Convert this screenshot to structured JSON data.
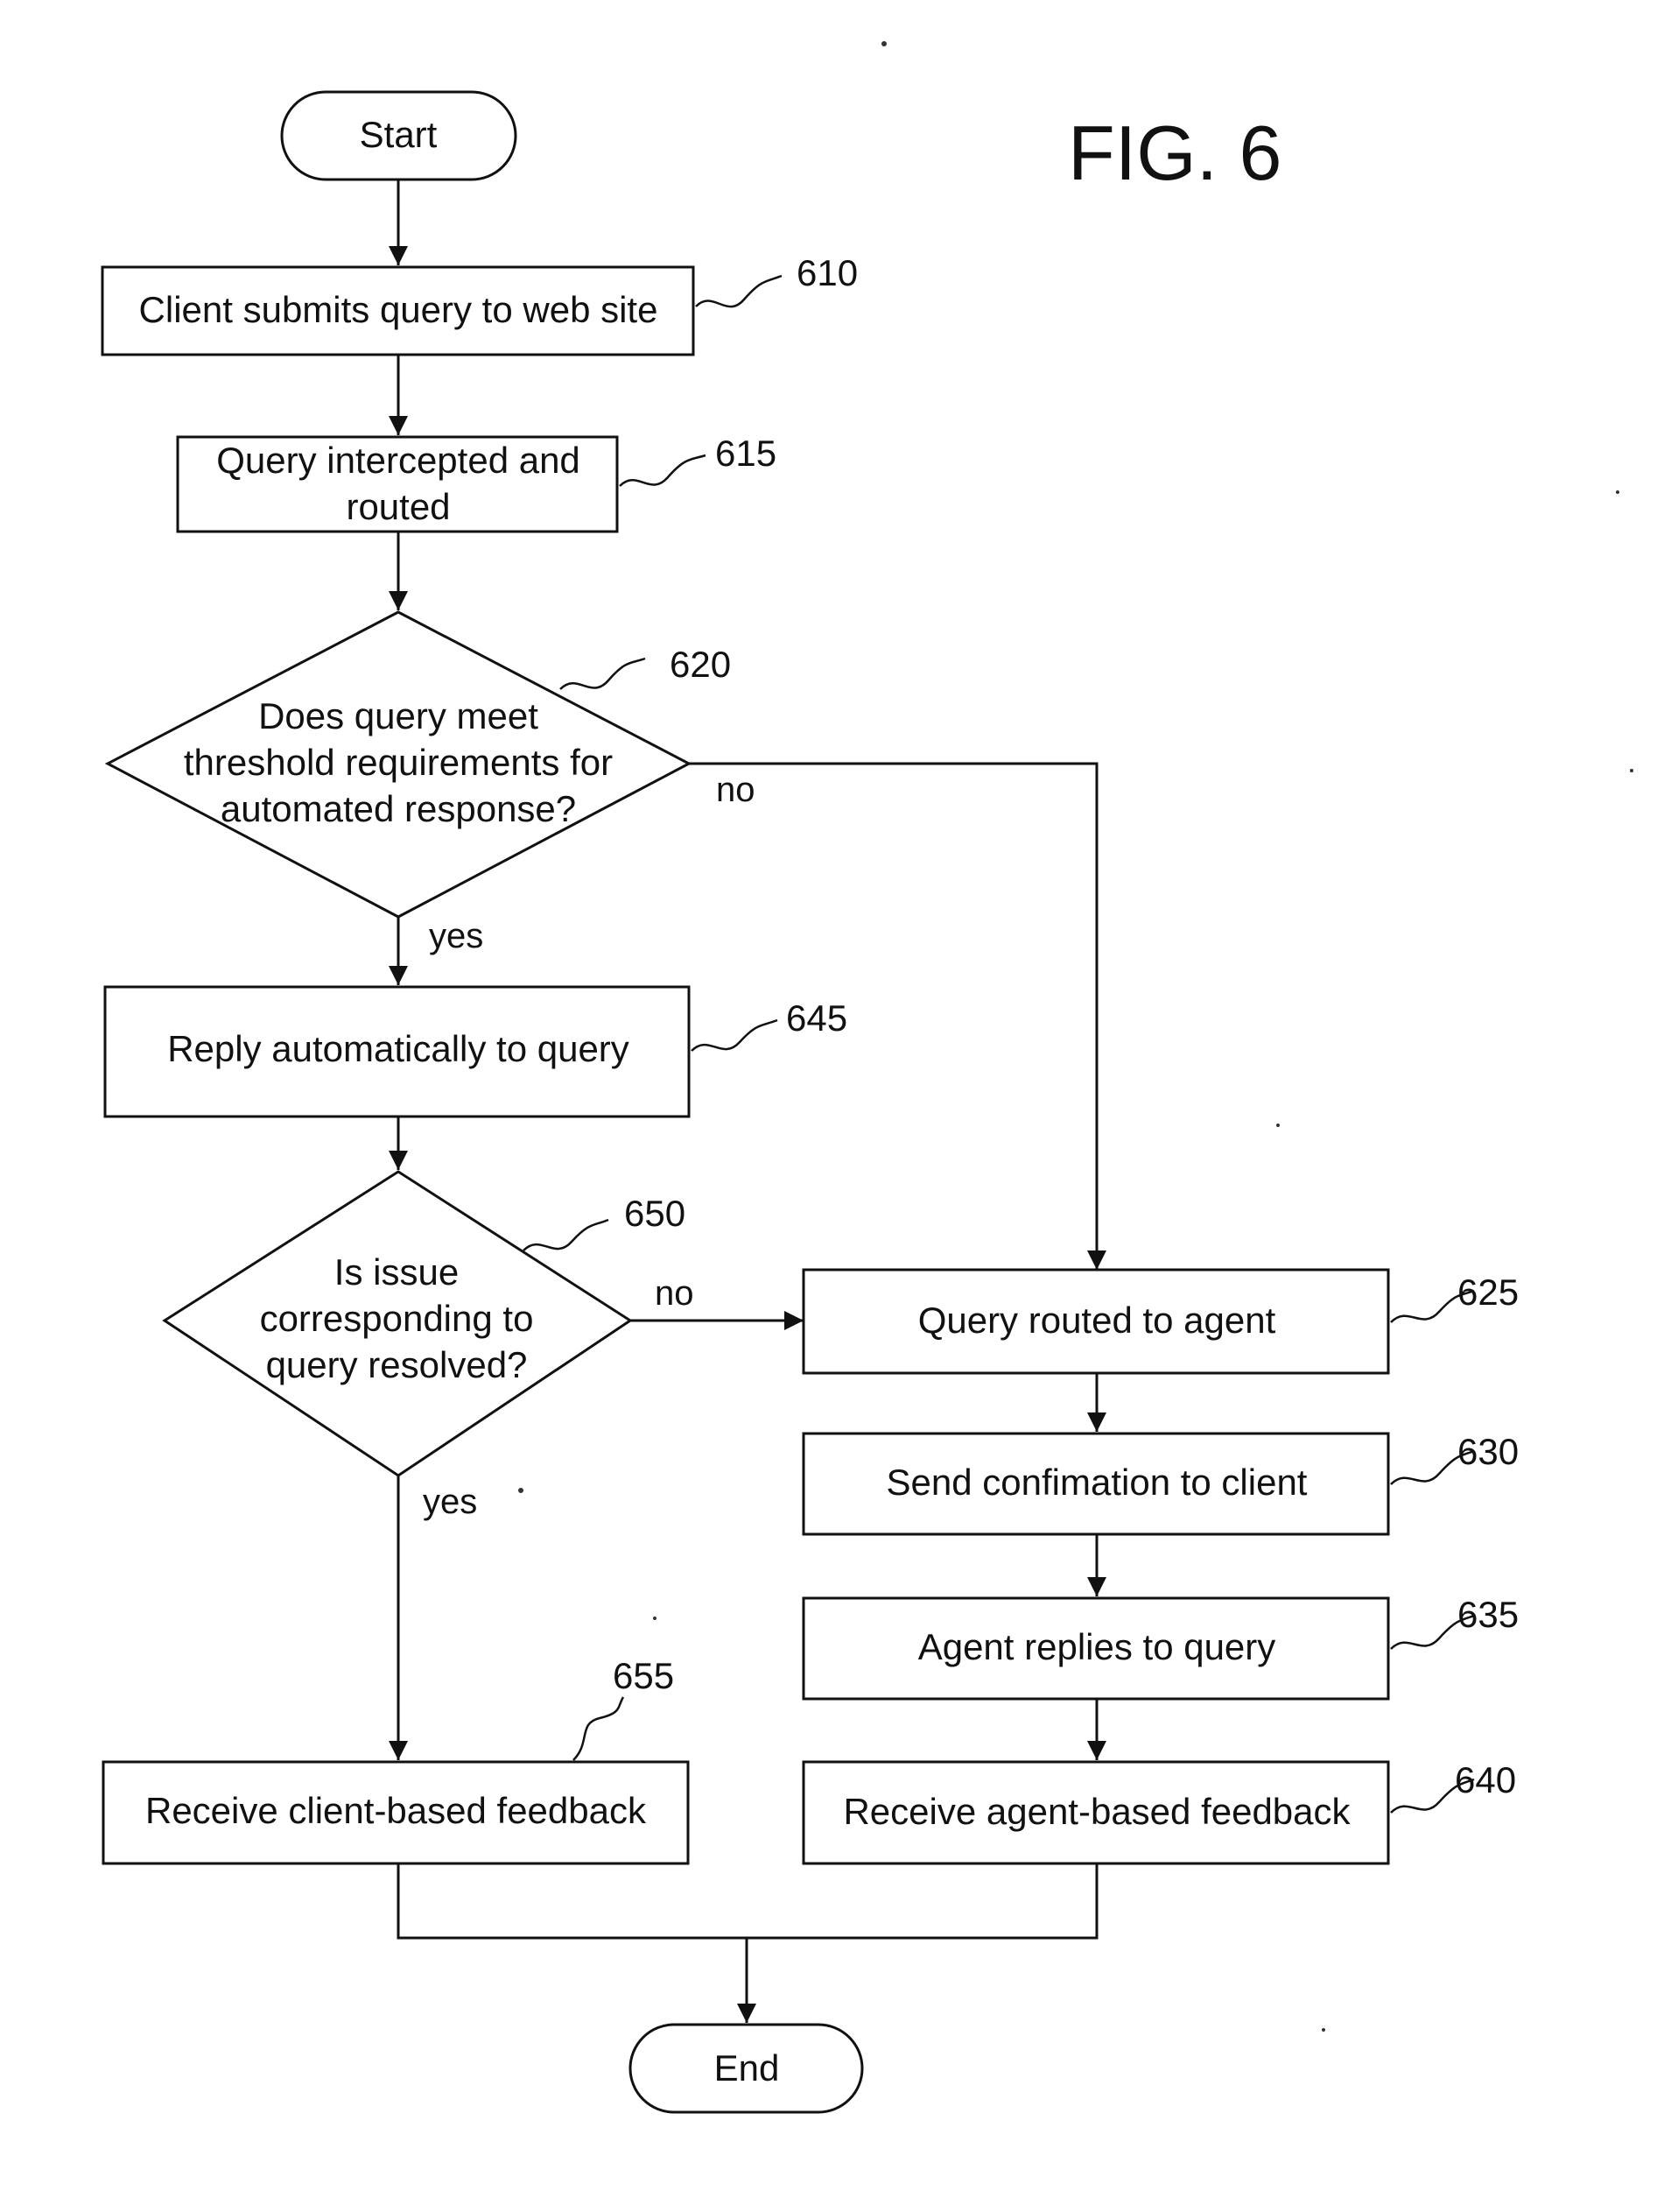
{
  "figure": {
    "label": "FIG. 6"
  },
  "nodes": {
    "start": {
      "text": "Start"
    },
    "n610": {
      "lines": [
        "Client submits query to web site"
      ],
      "ref": "610"
    },
    "n615": {
      "lines": [
        "Query intercepted and",
        "routed"
      ],
      "ref": "615"
    },
    "n620": {
      "lines": [
        "Does query meet",
        "threshold requirements for",
        "automated response?"
      ],
      "ref": "620"
    },
    "n645": {
      "lines": [
        "Reply automatically to query"
      ],
      "ref": "645"
    },
    "n650": {
      "lines": [
        "Is issue",
        "corresponding to",
        "query resolved?"
      ],
      "ref": "650"
    },
    "n625": {
      "lines": [
        "Query routed to agent"
      ],
      "ref": "625"
    },
    "n630": {
      "lines": [
        "Send confimation to client"
      ],
      "ref": "630"
    },
    "n635": {
      "lines": [
        "Agent replies to query"
      ],
      "ref": "635"
    },
    "n640": {
      "lines": [
        "Receive agent-based feedback"
      ],
      "ref": "640"
    },
    "n655": {
      "lines": [
        "Receive client-based feedback"
      ],
      "ref": "655"
    },
    "end": {
      "text": "End"
    }
  },
  "branches": {
    "d620_no": "no",
    "d620_yes": "yes",
    "d650_no": "no",
    "d650_yes": "yes"
  }
}
